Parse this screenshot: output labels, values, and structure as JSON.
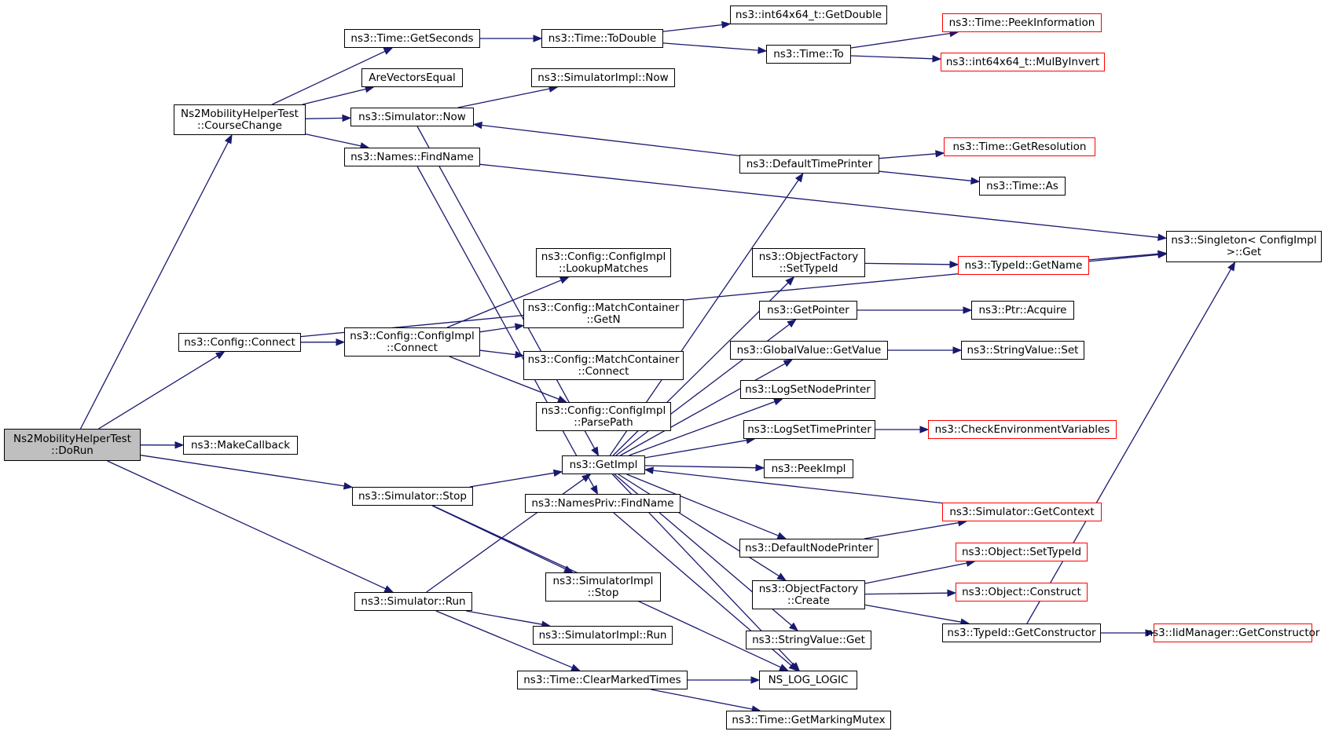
{
  "graph": {
    "type": "call-graph",
    "edge_color": "#191970",
    "normal_border_color": "#000000",
    "external_border_color": "#ff0000",
    "root_fill_color": "#bfbfbf",
    "nodes": {
      "dorun": {
        "lines": [
          "Ns2MobilityHelperTest",
          "::DoRun"
        ],
        "style": "root"
      },
      "coursechange": {
        "lines": [
          "Ns2MobilityHelperTest",
          "::CourseChange"
        ],
        "style": "normal"
      },
      "config_connect": {
        "lines": [
          "ns3::Config::Connect"
        ],
        "style": "normal"
      },
      "makecallback": {
        "lines": [
          "ns3::MakeCallback"
        ],
        "style": "normal"
      },
      "sim_stop": {
        "lines": [
          "ns3::Simulator::Stop"
        ],
        "style": "normal"
      },
      "sim_run": {
        "lines": [
          "ns3::Simulator::Run"
        ],
        "style": "normal"
      },
      "time_getseconds": {
        "lines": [
          "ns3::Time::GetSeconds"
        ],
        "style": "normal"
      },
      "arevectorsequal": {
        "lines": [
          "AreVectorsEqual"
        ],
        "style": "normal"
      },
      "sim_now": {
        "lines": [
          "ns3::Simulator::Now"
        ],
        "style": "normal"
      },
      "names_findname": {
        "lines": [
          "ns3::Names::FindName"
        ],
        "style": "normal"
      },
      "configimpl_connect": {
        "lines": [
          "ns3::Config::ConfigImpl",
          "::Connect"
        ],
        "style": "normal"
      },
      "time_todouble": {
        "lines": [
          "ns3::Time::ToDouble"
        ],
        "style": "normal"
      },
      "int64_getdouble": {
        "lines": [
          "ns3::int64x64_t::GetDouble"
        ],
        "style": "normal"
      },
      "time_to": {
        "lines": [
          "ns3::Time::To"
        ],
        "style": "normal"
      },
      "time_peekinformation": {
        "lines": [
          "ns3::Time::PeekInformation"
        ],
        "style": "red"
      },
      "int64_mulbyinvert": {
        "lines": [
          "ns3::int64x64_t::MulByInvert"
        ],
        "style": "red"
      },
      "simimpl_now": {
        "lines": [
          "ns3::SimulatorImpl::Now"
        ],
        "style": "normal"
      },
      "lookupmatches": {
        "lines": [
          "ns3::Config::ConfigImpl",
          "::LookupMatches"
        ],
        "style": "normal"
      },
      "matchcontainer_getn": {
        "lines": [
          "ns3::Config::MatchContainer",
          "::GetN"
        ],
        "style": "normal"
      },
      "matchcontainer_connect": {
        "lines": [
          "ns3::Config::MatchContainer",
          "::Connect"
        ],
        "style": "normal"
      },
      "parsepath": {
        "lines": [
          "ns3::Config::ConfigImpl",
          "::ParsePath"
        ],
        "style": "normal"
      },
      "getimpl": {
        "lines": [
          "ns3::GetImpl"
        ],
        "style": "normal"
      },
      "namespriv_findname": {
        "lines": [
          "ns3::NamesPriv::FindName"
        ],
        "style": "normal"
      },
      "simimpl_stop": {
        "lines": [
          "ns3::SimulatorImpl",
          "::Stop"
        ],
        "style": "normal"
      },
      "simimpl_run": {
        "lines": [
          "ns3::SimulatorImpl::Run"
        ],
        "style": "normal"
      },
      "clearmarkedtimes": {
        "lines": [
          "ns3::Time::ClearMarkedTimes"
        ],
        "style": "normal"
      },
      "defaulttimeprinter": {
        "lines": [
          "ns3::DefaultTimePrinter"
        ],
        "style": "normal"
      },
      "objectfactory_settypeid": {
        "lines": [
          "ns3::ObjectFactory",
          "::SetTypeId"
        ],
        "style": "normal"
      },
      "getpointer": {
        "lines": [
          "ns3::GetPointer"
        ],
        "style": "normal"
      },
      "globalvalue_getvalue": {
        "lines": [
          "ns3::GlobalValue::GetValue"
        ],
        "style": "normal"
      },
      "logsetnodeprinter": {
        "lines": [
          "ns3::LogSetNodePrinter"
        ],
        "style": "normal"
      },
      "logsettimeprinter": {
        "lines": [
          "ns3::LogSetTimePrinter"
        ],
        "style": "normal"
      },
      "peekimpl": {
        "lines": [
          "ns3::PeekImpl"
        ],
        "style": "normal"
      },
      "defaultnodeprinter": {
        "lines": [
          "ns3::DefaultNodePrinter"
        ],
        "style": "normal"
      },
      "objectfactory_create": {
        "lines": [
          "ns3::ObjectFactory",
          "::Create"
        ],
        "style": "normal"
      },
      "stringvalue_get": {
        "lines": [
          "ns3::StringValue::Get"
        ],
        "style": "normal"
      },
      "ns_log_logic": {
        "lines": [
          "NS_LOG_LOGIC"
        ],
        "style": "normal"
      },
      "getmarkingmutex": {
        "lines": [
          "ns3::Time::GetMarkingMutex"
        ],
        "style": "normal"
      },
      "time_getresolution": {
        "lines": [
          "ns3::Time::GetResolution"
        ],
        "style": "red"
      },
      "time_as": {
        "lines": [
          "ns3::Time::As"
        ],
        "style": "normal"
      },
      "typeid_getname": {
        "lines": [
          "ns3::TypeId::GetName"
        ],
        "style": "red"
      },
      "ptr_acquire": {
        "lines": [
          "ns3::Ptr::Acquire"
        ],
        "style": "normal"
      },
      "stringvalue_set": {
        "lines": [
          "ns3::StringValue::Set"
        ],
        "style": "normal"
      },
      "checkenvvars": {
        "lines": [
          "ns3::CheckEnvironmentVariables"
        ],
        "style": "red"
      },
      "sim_getcontext": {
        "lines": [
          "ns3::Simulator::GetContext"
        ],
        "style": "red"
      },
      "object_settypeid": {
        "lines": [
          "ns3::Object::SetTypeId"
        ],
        "style": "red"
      },
      "object_construct": {
        "lines": [
          "ns3::Object::Construct"
        ],
        "style": "red"
      },
      "typeid_getconstructor": {
        "lines": [
          "ns3::TypeId::GetConstructor"
        ],
        "style": "normal"
      },
      "singleton_get": {
        "lines": [
          "ns3::Singleton< ConfigImpl",
          " >::Get"
        ],
        "style": "normal"
      },
      "iidmanager_getconstructor": {
        "lines": [
          "ns3::IidManager::GetConstructor"
        ],
        "style": "red"
      }
    },
    "edges": [
      [
        "dorun",
        "coursechange"
      ],
      [
        "dorun",
        "config_connect"
      ],
      [
        "dorun",
        "makecallback"
      ],
      [
        "dorun",
        "sim_stop"
      ],
      [
        "dorun",
        "sim_run"
      ],
      [
        "coursechange",
        "time_getseconds"
      ],
      [
        "coursechange",
        "arevectorsequal"
      ],
      [
        "coursechange",
        "sim_now"
      ],
      [
        "coursechange",
        "names_findname"
      ],
      [
        "time_getseconds",
        "time_todouble"
      ],
      [
        "time_todouble",
        "int64_getdouble"
      ],
      [
        "time_todouble",
        "time_to"
      ],
      [
        "time_to",
        "time_peekinformation"
      ],
      [
        "time_to",
        "int64_mulbyinvert"
      ],
      [
        "sim_now",
        "simimpl_now"
      ],
      [
        "sim_now",
        "getimpl"
      ],
      [
        "names_findname",
        "singleton_get"
      ],
      [
        "names_findname",
        "namespriv_findname"
      ],
      [
        "config_connect",
        "singleton_get"
      ],
      [
        "config_connect",
        "configimpl_connect"
      ],
      [
        "configimpl_connect",
        "lookupmatches"
      ],
      [
        "configimpl_connect",
        "matchcontainer_getn"
      ],
      [
        "configimpl_connect",
        "matchcontainer_connect"
      ],
      [
        "configimpl_connect",
        "parsepath"
      ],
      [
        "sim_stop",
        "getimpl"
      ],
      [
        "sim_stop",
        "simimpl_stop"
      ],
      [
        "sim_stop",
        "ns_log_logic"
      ],
      [
        "sim_run",
        "getimpl"
      ],
      [
        "sim_run",
        "simimpl_run"
      ],
      [
        "sim_run",
        "clearmarkedtimes"
      ],
      [
        "clearmarkedtimes",
        "ns_log_logic"
      ],
      [
        "clearmarkedtimes",
        "getmarkingmutex"
      ],
      [
        "namespriv_findname",
        "ns_log_logic"
      ],
      [
        "getimpl",
        "defaulttimeprinter"
      ],
      [
        "getimpl",
        "objectfactory_settypeid"
      ],
      [
        "getimpl",
        "getpointer"
      ],
      [
        "getimpl",
        "globalvalue_getvalue"
      ],
      [
        "getimpl",
        "logsetnodeprinter"
      ],
      [
        "getimpl",
        "logsettimeprinter"
      ],
      [
        "getimpl",
        "peekimpl"
      ],
      [
        "getimpl",
        "defaultnodeprinter"
      ],
      [
        "getimpl",
        "objectfactory_create"
      ],
      [
        "getimpl",
        "stringvalue_get"
      ],
      [
        "getimpl",
        "ns_log_logic"
      ],
      [
        "defaulttimeprinter",
        "sim_now"
      ],
      [
        "defaulttimeprinter",
        "time_getresolution"
      ],
      [
        "defaulttimeprinter",
        "time_as"
      ],
      [
        "objectfactory_settypeid",
        "typeid_getname"
      ],
      [
        "typeid_getname",
        "singleton_get"
      ],
      [
        "getpointer",
        "ptr_acquire"
      ],
      [
        "globalvalue_getvalue",
        "stringvalue_set"
      ],
      [
        "logsettimeprinter",
        "checkenvvars"
      ],
      [
        "defaultnodeprinter",
        "sim_getcontext"
      ],
      [
        "sim_getcontext",
        "getimpl"
      ],
      [
        "objectfactory_create",
        "object_settypeid"
      ],
      [
        "objectfactory_create",
        "object_construct"
      ],
      [
        "objectfactory_create",
        "typeid_getconstructor"
      ],
      [
        "typeid_getconstructor",
        "singleton_get"
      ],
      [
        "typeid_getconstructor",
        "iidmanager_getconstructor"
      ]
    ]
  }
}
